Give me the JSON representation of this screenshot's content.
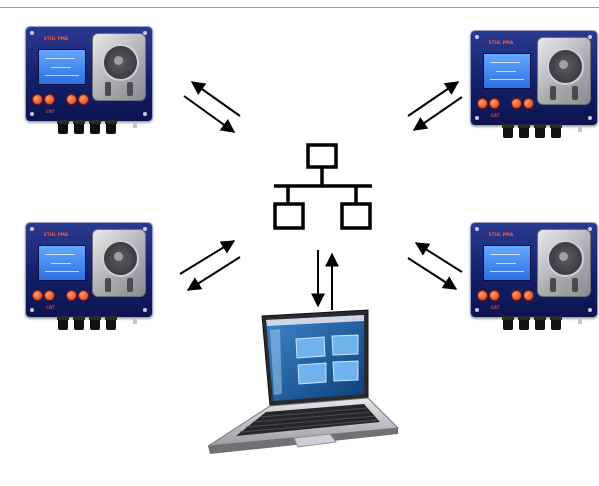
{
  "devices": [
    {
      "position": "top-left",
      "brand": "ETHL PMA",
      "logo": "EWT"
    },
    {
      "position": "top-right",
      "brand": "ETHL PMA",
      "logo": "EWT"
    },
    {
      "position": "middle-left",
      "brand": "ETHL PMA",
      "logo": "EWT"
    },
    {
      "position": "middle-right",
      "brand": "ETHL PMA",
      "logo": "EWT"
    }
  ],
  "icons": {
    "network": "network-switch-icon",
    "laptop": "laptop-icon",
    "arrows": "bidirectional-arrow-icon"
  },
  "colors": {
    "panel": "#14206a",
    "lcd": "#3f86f0",
    "keys": "#e04a24",
    "pump": "#a9aaad",
    "stroke": "#000000"
  }
}
